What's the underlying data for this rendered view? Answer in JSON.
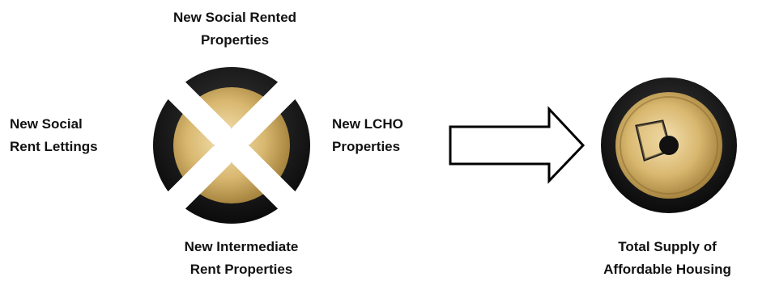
{
  "diagram": {
    "inputs": {
      "top": [
        "New Social Rented",
        "Properties"
      ],
      "left": [
        "New Social",
        "Rent Lettings"
      ],
      "right": [
        "New LCHO",
        "Properties"
      ],
      "bottom": [
        "New Intermediate",
        "Rent Properties"
      ]
    },
    "output": [
      "Total Supply of",
      "Affordable Housing"
    ],
    "icons": {
      "combined_inputs": "four-way-plug-icon",
      "arrow": "right-arrow-icon",
      "output": "plug-icon"
    },
    "colors": {
      "dark": "#1a1a1a",
      "gold_light": "#e8cf95",
      "gold_dark": "#a8843e",
      "arrow_stroke": "#000000",
      "arrow_fill": "#ffffff"
    }
  }
}
